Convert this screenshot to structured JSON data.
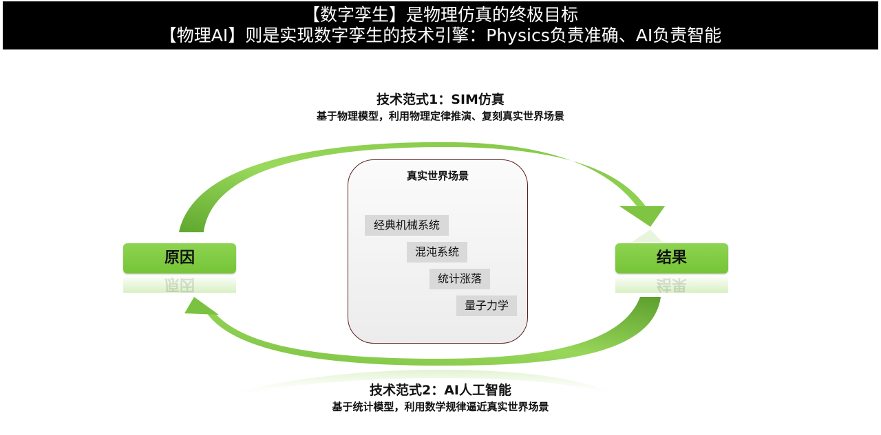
{
  "header": {
    "line1": "【数字孪生】是物理仿真的终极目标",
    "line2": "【物理AI】则是实现数字孪生的技术引擎：Physics负责准确、AI负责智能"
  },
  "paradigm_top": {
    "title": "技术范式1：SIM仿真",
    "desc": "基于物理模型，利用物理定律推演、复刻真实世界场景"
  },
  "paradigm_bottom": {
    "title": "技术范式2：AI人工智能",
    "desc": "基于统计模型，利用数学规律逼近真实世界场景"
  },
  "nodes": {
    "cause": "原因",
    "effect": "结果"
  },
  "world": {
    "title": "真实世界场景",
    "tags": [
      "经典机械系统",
      "混沌系统",
      "统计涨落",
      "量子力学"
    ]
  },
  "colors": {
    "node_green": "#7ecb3e",
    "arrow_green": "#6db33f",
    "header_bg": "#000000",
    "box_border": "#5a1d1d",
    "tag_bg": "#d9d9d9"
  }
}
